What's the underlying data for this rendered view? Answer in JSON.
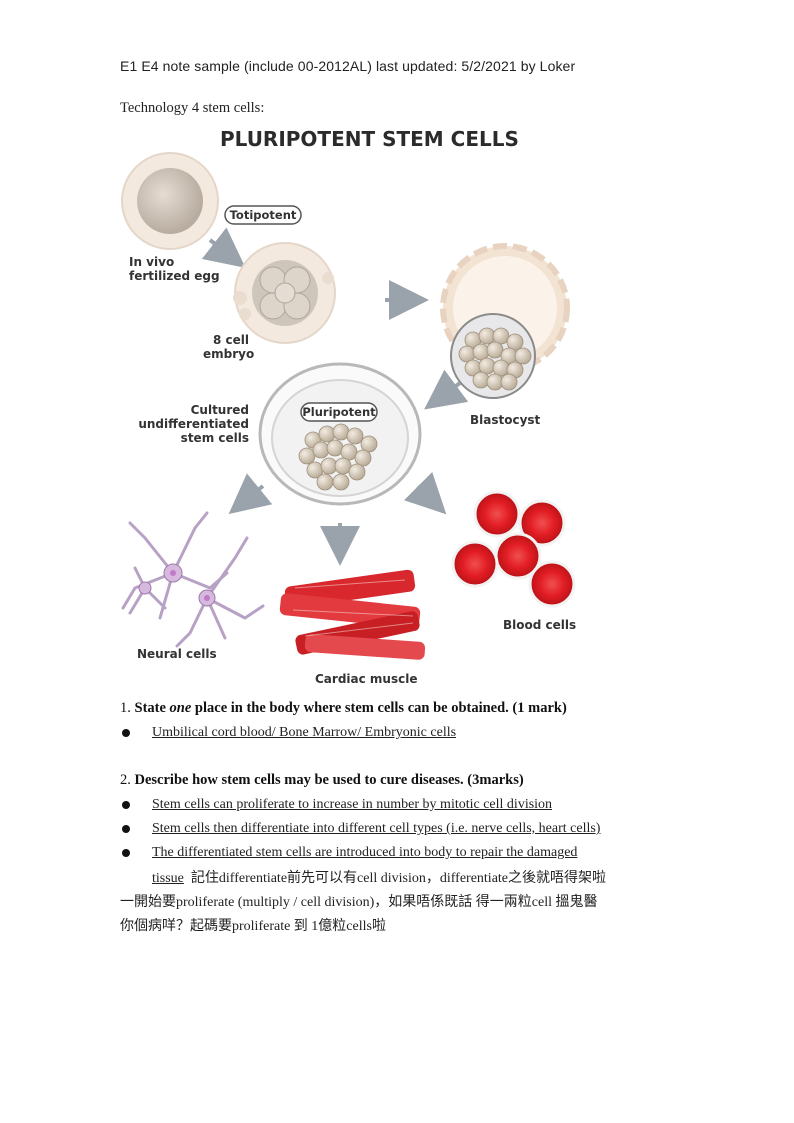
{
  "header": {
    "text": "E1 E4 note sample (include 00-2012AL) last updated: 5/2/2021 by Loker"
  },
  "topic": "Technology 4 stem cells:",
  "figure": {
    "title": "PLURIPOTENT STEM CELLS",
    "totipotent": "Totipotent",
    "in_vivo_1": "In vivo",
    "in_vivo_2": "fertilized egg",
    "eight_cell_1": "8 cell",
    "eight_cell_2": "embryo",
    "blastocyst": "Blastocyst",
    "cultured_1": "Cultured",
    "cultured_2": "undifferentiated",
    "cultured_3": "stem cells",
    "pluripotent": "Pluripotent",
    "neural": "Neural cells",
    "cardiac": "Cardiac muscle",
    "blood": "Blood cells"
  },
  "q1": {
    "number": "1.",
    "text_a": "State",
    "text_em": "one",
    "text_b": "place in the body where stem cells can be obtained. (1 mark)",
    "answer": "Umbilical cord blood/ Bone Marrow/ Embryonic cells"
  },
  "q2": {
    "number": "2.",
    "text": "Describe how stem cells may be used to cure diseases. (3marks)",
    "answers": [
      "Stem cells can proliferate to increase in number by mitotic cell division",
      "Stem cells then differentiate into different cell types (i.e. nerve cells, heart cells)",
      "The differentiated stem cells are introduced into body to repair the damaged"
    ],
    "answer3_cont": "tissue",
    "note_1": "記住differentiate前先可以有cell division，differentiate之後就唔得架啦",
    "note_2": "一開始要proliferate (multiply / cell division)，如果唔係既話 得一兩粒cell 搵鬼醫",
    "note_3": "你個病咩？起碼要proliferate 到 1億粒cells啦"
  }
}
